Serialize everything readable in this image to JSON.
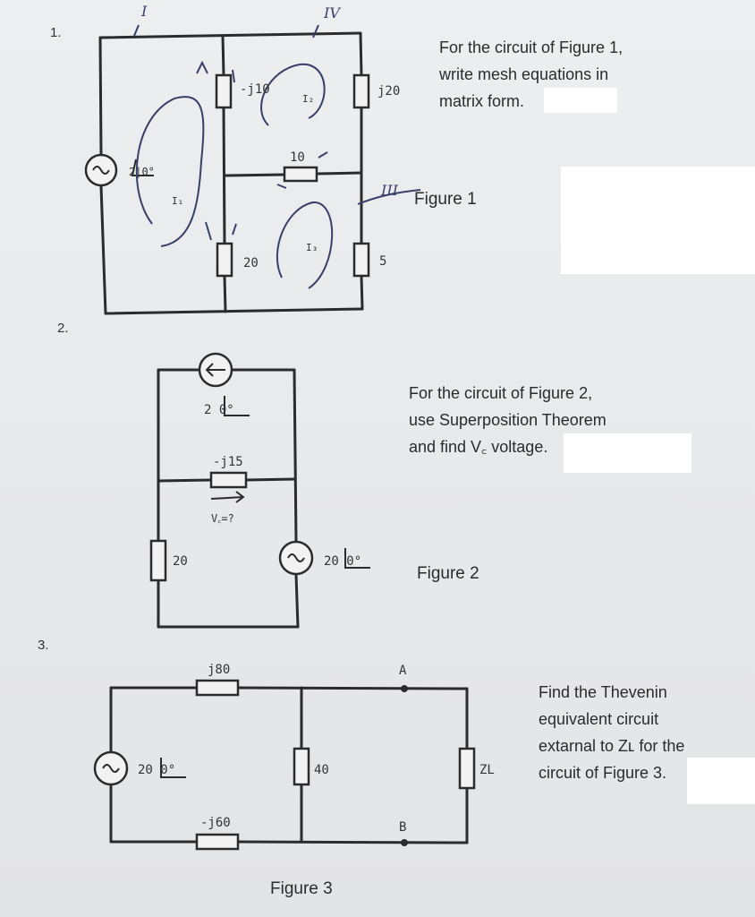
{
  "problems": {
    "p1": {
      "number": "1.",
      "text_lines": [
        "For the circuit of Figure 1,",
        "write mesh equations in",
        "matrix form."
      ],
      "figure": "Figure 1"
    },
    "p2": {
      "number": "2.",
      "text_lines": [
        "For the circuit of Figure 2,",
        "use Superposition Theorem",
        "and find V꜀ voltage."
      ],
      "figure": "Figure 2"
    },
    "p3": {
      "number": "3.",
      "text_lines": [
        "Find the Thevenin",
        "equivalent circuit",
        "extarnal to Zʟ for the",
        "circuit of Figure 3."
      ],
      "figure": "Figure 3"
    }
  },
  "figure1": {
    "source": "2|0°",
    "r1": "-j10",
    "r2": "j20",
    "r3": "10",
    "r4": "20",
    "r5": "5",
    "mesh": {
      "m1": "I₁",
      "m2": "I₂",
      "m3": "I₃"
    },
    "handwritten": {
      "top_left": "I",
      "top_right": "IV",
      "right": "III"
    }
  },
  "figure2": {
    "current_source": "2 0°",
    "voltage_source": "20 0°",
    "resistor_left": "20",
    "capacitor": "-j15",
    "vc_label": "V꜀=?"
  },
  "figure3": {
    "source": "20 0°",
    "inductor": "j80",
    "capacitor": "-j60",
    "resistor": "40",
    "load": "ZL",
    "node_a": "A",
    "node_b": "B"
  }
}
